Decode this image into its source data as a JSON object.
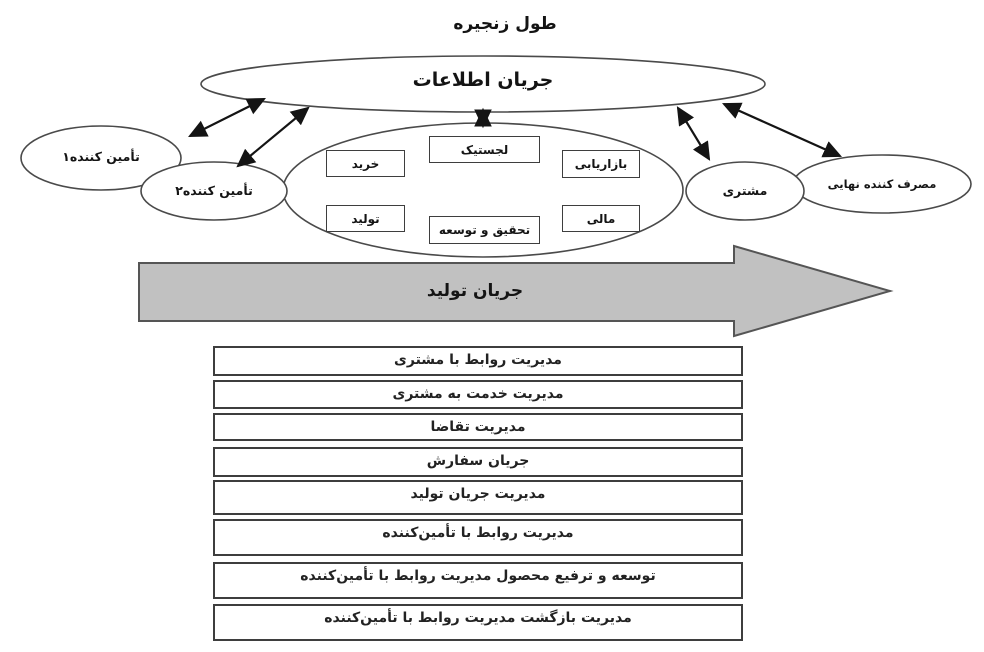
{
  "title": "طول زنجیره",
  "information_flow": {
    "label": "جریان اطلاعات"
  },
  "suppliers": [
    {
      "label": "تأمین کننده۱"
    },
    {
      "label": "تأمین کننده۲"
    }
  ],
  "customers": [
    {
      "label": "مشتری"
    },
    {
      "label": "مصرف کننده نهایی"
    }
  ],
  "departments": [
    {
      "label": "خرید"
    },
    {
      "label": "لجستیک"
    },
    {
      "label": "بازاریابی"
    },
    {
      "label": "تولید"
    },
    {
      "label": "تحقیق و توسعه"
    },
    {
      "label": "مالی"
    }
  ],
  "production_arrow": {
    "label": "جریان تولید",
    "fill_color": "#c1c1c1",
    "outline_color": "#555555"
  },
  "process_rows": [
    "مدیریت روابط با مشتری",
    "مدیریت خدمت به مشتری",
    "مدیریت تقاضا",
    "جریان سفارش",
    "مدیریت جریان تولید",
    "مدیریت روابط با تأمین‌کننده",
    "توسعه و ترفیع محصول مدیریت روابط با تأمین‌کننده",
    "مدیریت بازگشت مدیریت روابط با تأمین‌کننده"
  ]
}
